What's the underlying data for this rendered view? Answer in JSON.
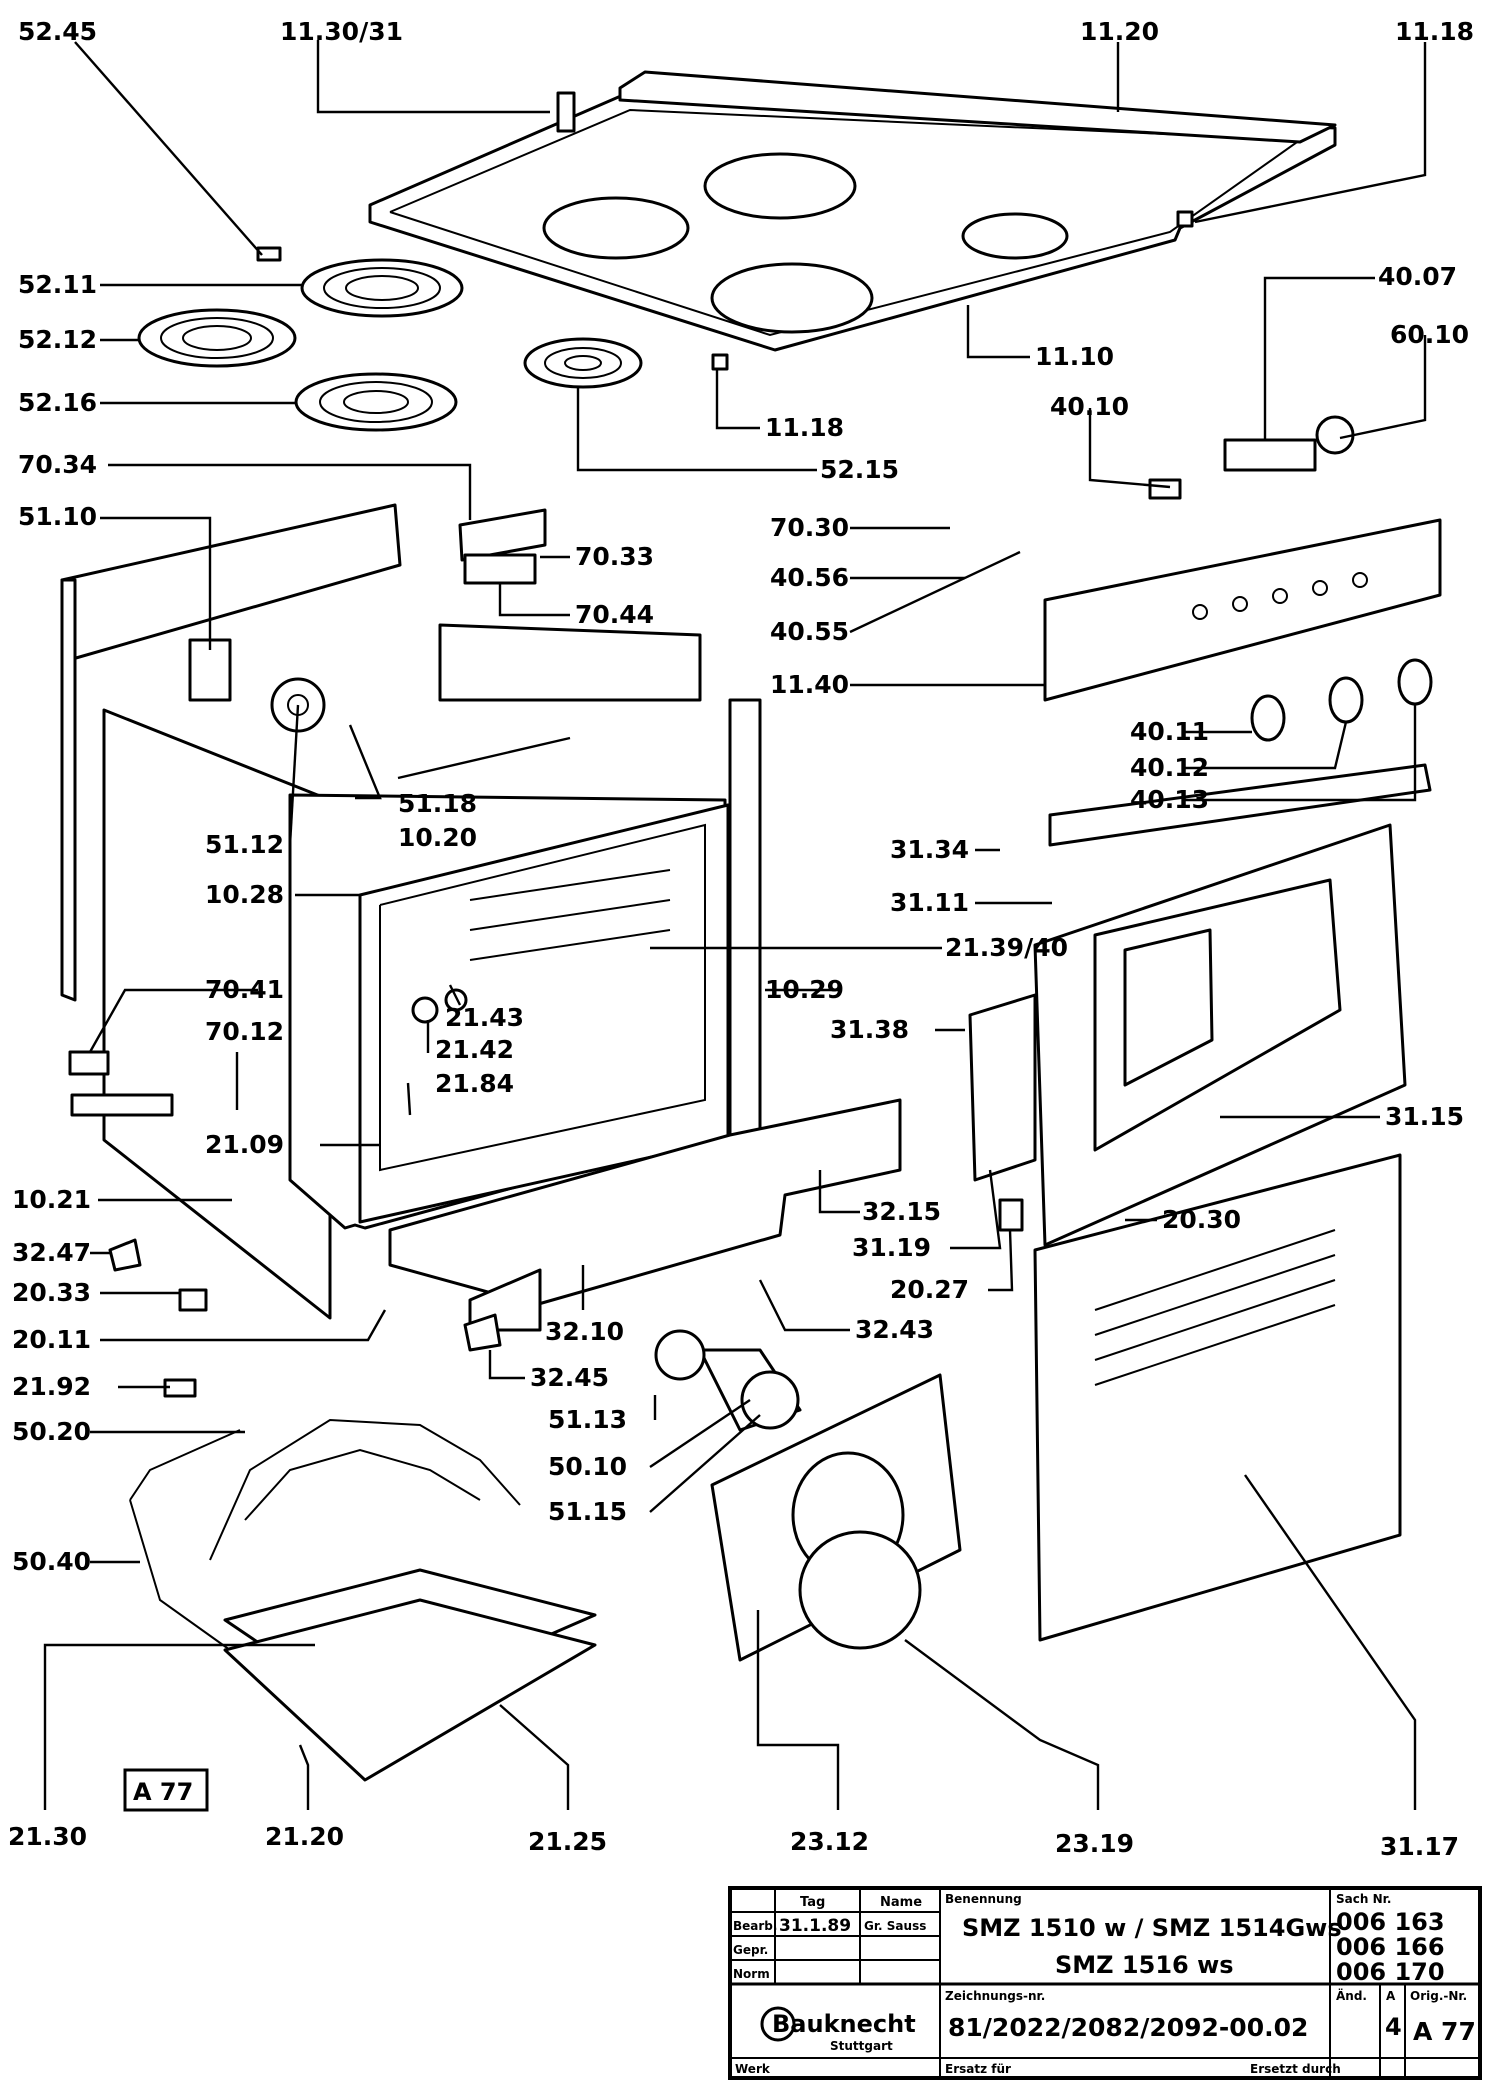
{
  "labels": [
    {
      "id": "l5245",
      "text": "52.45"
    },
    {
      "id": "l113031",
      "text": "11.30/31"
    },
    {
      "id": "l1120",
      "text": "11.20"
    },
    {
      "id": "l1118a",
      "text": "11.18"
    },
    {
      "id": "l5211",
      "text": "52.11"
    },
    {
      "id": "l5212",
      "text": "52.12"
    },
    {
      "id": "l5216",
      "text": "52.16"
    },
    {
      "id": "l1110",
      "text": "11.10"
    },
    {
      "id": "l1118b",
      "text": "11.18"
    },
    {
      "id": "l5215",
      "text": "52.15"
    },
    {
      "id": "l4007",
      "text": "40.07"
    },
    {
      "id": "l6010",
      "text": "60.10"
    },
    {
      "id": "l4010",
      "text": "40.10"
    },
    {
      "id": "l7034",
      "text": "70.34"
    },
    {
      "id": "l5110",
      "text": "51.10"
    },
    {
      "id": "l7033",
      "text": "70.33"
    },
    {
      "id": "l7044",
      "text": "70.44"
    },
    {
      "id": "l7030",
      "text": "70.30"
    },
    {
      "id": "l4056",
      "text": "40.56"
    },
    {
      "id": "l4055",
      "text": "40.55"
    },
    {
      "id": "l1140",
      "text": "11.40"
    },
    {
      "id": "l5118",
      "text": "51.18"
    },
    {
      "id": "l1020",
      "text": "10.20"
    },
    {
      "id": "l5112",
      "text": "51.12"
    },
    {
      "id": "l4011",
      "text": "40.11"
    },
    {
      "id": "l4012",
      "text": "40.12"
    },
    {
      "id": "l4013",
      "text": "40.13"
    },
    {
      "id": "l3134",
      "text": "31.34"
    },
    {
      "id": "l1028",
      "text": "10.28"
    },
    {
      "id": "l3111",
      "text": "31.11"
    },
    {
      "id": "l213940",
      "text": "21.39/40"
    },
    {
      "id": "l7041",
      "text": "70.41"
    },
    {
      "id": "l2143",
      "text": "21.43"
    },
    {
      "id": "l1029",
      "text": "10.29"
    },
    {
      "id": "l7012",
      "text": "70.12"
    },
    {
      "id": "l2142",
      "text": "21.42"
    },
    {
      "id": "l3138",
      "text": "31.38"
    },
    {
      "id": "l2184",
      "text": "21.84"
    },
    {
      "id": "l3115",
      "text": "31.15"
    },
    {
      "id": "l2109",
      "text": "21.09"
    },
    {
      "id": "l1021",
      "text": "10.21"
    },
    {
      "id": "l3215",
      "text": "32.15"
    },
    {
      "id": "l2030",
      "text": "20.30"
    },
    {
      "id": "l3247",
      "text": "32.47"
    },
    {
      "id": "l3119",
      "text": "31.19"
    },
    {
      "id": "l2033",
      "text": "20.33"
    },
    {
      "id": "l2027",
      "text": "20.27"
    },
    {
      "id": "l2011",
      "text": "20.11"
    },
    {
      "id": "l3210",
      "text": "32.10"
    },
    {
      "id": "l3243",
      "text": "32.43"
    },
    {
      "id": "l3245",
      "text": "32.45"
    },
    {
      "id": "l2192",
      "text": "21.92"
    },
    {
      "id": "l5113",
      "text": "51.13"
    },
    {
      "id": "l5020",
      "text": "50.20"
    },
    {
      "id": "l5010",
      "text": "50.10"
    },
    {
      "id": "l5115",
      "text": "51.15"
    },
    {
      "id": "l5040",
      "text": "50.40"
    },
    {
      "id": "l2130",
      "text": "21.30"
    },
    {
      "id": "l2120",
      "text": "21.20"
    },
    {
      "id": "l2125",
      "text": "21.25"
    },
    {
      "id": "l2312",
      "text": "23.12"
    },
    {
      "id": "l2319",
      "text": "23.19"
    },
    {
      "id": "l3117",
      "text": "31.17"
    }
  ],
  "stamp": "A 77",
  "title_block": {
    "col_tag": "Tag",
    "col_name": "Name",
    "row_bearb": "Bearb.",
    "date": "31.1.89",
    "name": "Gr. Sauss",
    "row_gepr": "Gepr.",
    "row_norm": "Norm",
    "benennung_hdr": "Benennung",
    "models_line1": "SMZ 1510 w / SMZ 1514Gws",
    "models_line2": "SMZ 1516 ws",
    "sach_hdr": "Sach Nr.",
    "sach_1": "006 163",
    "sach_2": "006 166",
    "sach_3": "006 170",
    "brand": "Bauknecht",
    "city": "Stuttgart",
    "werk_lbl": "Werk",
    "zeichnung_hdr": "Zeichnungs-nr.",
    "drawing_no": "81/2022/2082/2092-00.02",
    "ersatz_lbl": "Ersatz für",
    "ersetzt_lbl": "Ersetzt durch",
    "aend_hdr": "Änd.",
    "a_hdr": "A",
    "a_val": "4",
    "orig_hdr": "Orig.-Nr.",
    "orig_val": "A 77"
  }
}
